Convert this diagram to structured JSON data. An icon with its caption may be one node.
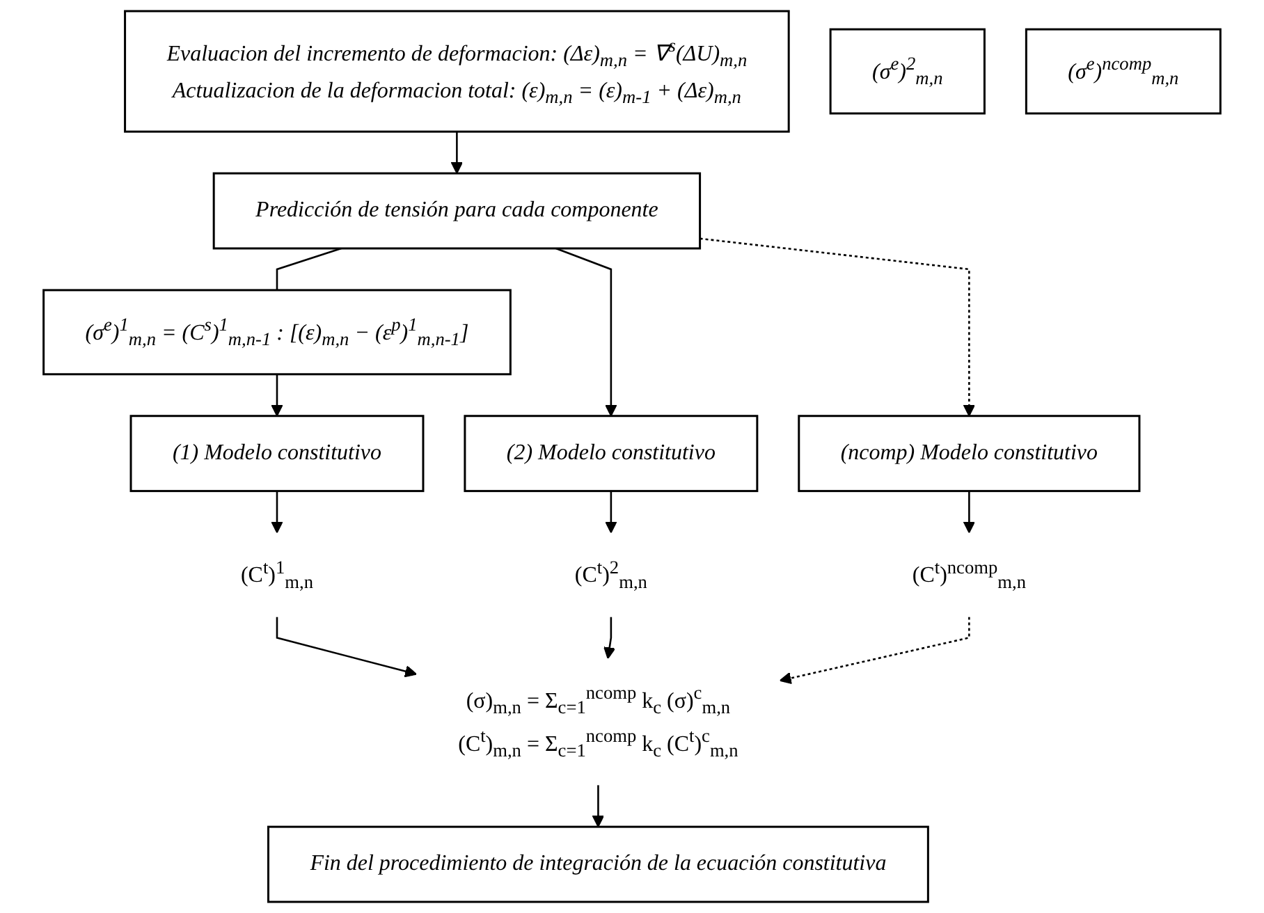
{
  "diagram": {
    "nodes": [
      {
        "text": [
          "Evaluacion del incremento de deformacion: (Δε)$_{m,n}$ = ∇$^{s}$(ΔU)$_{m,n}$",
          "Actualizacion de la deformacion total: (ε)$_{m,n}$ = (ε)$_{m-1}$ + (Δε)$_{m,n}$"
        ]
      },
      {
        "text": [
          "Predicción de tensión para cada componente"
        ]
      },
      {
        "text": [
          "(σ$^{e}$)$^{1}$$_{m,n}$ = (C$^{s}$)$^{1}$$_{m,n-1}$ : [(ε)$_{m,n}$ − (ε$^{p}$)$^{1}$$_{m,n-1}$]"
        ]
      },
      {
        "text": [
          "(1) Modelo constitutivo"
        ]
      },
      {
        "text": [
          "(σ$^{e}$)$^{2}$$_{m,n}$"
        ]
      },
      {
        "text": [
          "(2) Modelo constitutivo"
        ]
      },
      {
        "text": [
          "(σ$^{e}$)$^{ncomp}$$_{m,n}$"
        ]
      },
      {
        "text": [
          "(ncomp) Modelo constitutivo"
        ]
      },
      {
        "text": [
          "(C$^{t}$)$^{1}$$_{m,n}$"
        ]
      },
      {
        "text": [
          "(C$^{t}$)$^{2}$$_{m,n}$"
        ]
      },
      {
        "text": [
          "(C$^{t}$)$^{ncomp}$$_{m,n}$"
        ]
      },
      {
        "text": [
          "(σ)$_{m,n}$ = Σ$_{c=1}$$^{ncomp}$ k$_{c}$ (σ)$^{c}$$_{m,n}$",
          "(C$^{t}$)$_{m,n}$ = Σ$_{c=1}$$^{ncomp}$ k$_{c}$ (C$^{t}$)$^{c}$$_{m,n}$"
        ]
      },
      {
        "text": [
          "Fin del procedimiento de integración de la ecuación constitutiva"
        ]
      }
    ],
    "edges": [
      {
        "from": 0,
        "to": 1,
        "arrow": "to"
      },
      {
        "from": 1,
        "to": 2,
        "arrow": "none"
      },
      {
        "from": 2,
        "to": 3,
        "arrow": "to"
      },
      {
        "from": 1,
        "to": 5,
        "arrow": "to"
      },
      {
        "from": 1,
        "to": 7,
        "arrow": "to",
        "style": "dashed"
      },
      {
        "from": 3,
        "to": 8,
        "arrow": "to"
      },
      {
        "from": 5,
        "to": 9,
        "arrow": "to"
      },
      {
        "from": 7,
        "to": 10,
        "arrow": "to"
      },
      {
        "from": 8,
        "to": 11,
        "arrow": "to"
      },
      {
        "from": 9,
        "to": 11,
        "arrow": "to"
      },
      {
        "from": 10,
        "to": 11,
        "arrow": "to",
        "style": "dashed"
      },
      {
        "from": 11,
        "to": 12,
        "arrow": "to"
      }
    ]
  }
}
